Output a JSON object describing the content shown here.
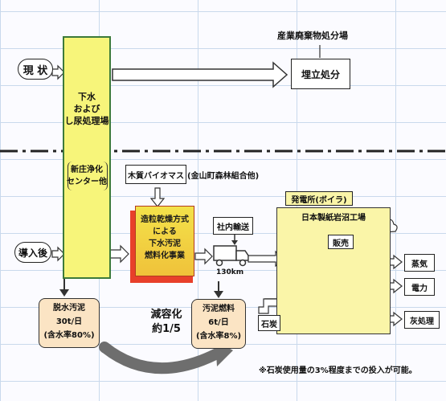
{
  "labels": {
    "current_state": "現 状",
    "after_intro": "導入後",
    "industrial_waste_site": "産業廃棄物処分場",
    "landfill": "埋立処分",
    "plant_line1": "下水",
    "plant_line2": "および",
    "plant_line3": "し尿処理場",
    "center_line1": "新庄浄化",
    "center_line2": "センター他",
    "woody_biomass": "木質バイオマス",
    "kanayama": "(金山町森林組合他)",
    "process_line1": "造粒乾燥方式",
    "process_line2": "による",
    "process_line3": "下水汚泥",
    "process_line4": "燃料化事業",
    "transport": "社内輸送",
    "distance": "130km",
    "power_plant": "発電所(ボイラ)",
    "paper_mill": "日本製紙岩沼工場",
    "sale": "販売",
    "steam": "蒸気",
    "electricity": "電力",
    "coal": "石炭",
    "ash": "灰処理",
    "dewatered_line1": "脱水汚泥",
    "dewatered_line2": "30t/日",
    "dewatered_line3": "(含水率80%)",
    "reduction_line1": "減容化",
    "reduction_line2": "約1/5",
    "fuel_line1": "汚泥燃料",
    "fuel_line2": "6t/日",
    "fuel_line3": "(含水率8%)",
    "note": "※石炭使用量の3%程度までの投入が可能。"
  },
  "colors": {
    "plant_yellow": "#f7f57a",
    "plant_border": "#3c7a3a",
    "paper_mill_bg": "#faf5a8",
    "process_red": "#e8402a",
    "process_yellow": "#f6ea50",
    "sludge_bg": "#fbe4c4",
    "divider": "#222222",
    "arrow": "#333333"
  }
}
